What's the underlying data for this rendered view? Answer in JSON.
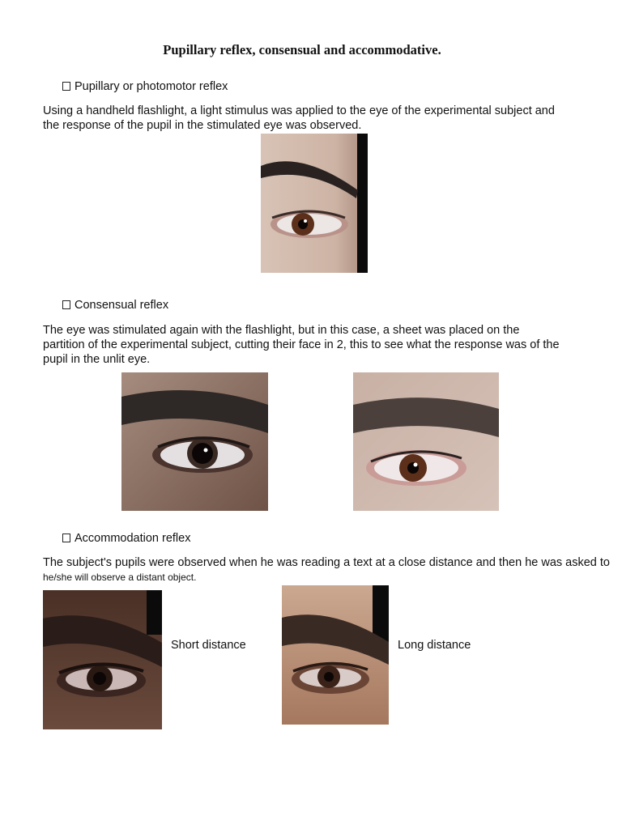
{
  "title": "Pupillary reflex, consensual and accommodative.",
  "sections": [
    {
      "heading": "Pupillary or photomotor reflex",
      "lines": [
        "Using a handheld flashlight, a light stimulus was applied to the eye of the experimental subject and",
        "the response of the pupil in the stimulated eye was observed."
      ]
    },
    {
      "heading": "Consensual reflex",
      "lines": [
        "The eye was stimulated again with the flashlight, but in this case, a sheet was placed on the",
        "partition of the experimental subject, cutting their face in 2, this to see what the response was of the",
        "pupil in the unlit eye."
      ]
    },
    {
      "heading": "Accommodation reflex",
      "lines": [
        "The subject's pupils were observed when he was reading a text at a close distance and then he was asked to",
        "he/she will observe a distant object."
      ],
      "captions": [
        "Short distance",
        "Long distance"
      ]
    }
  ],
  "colors": {
    "skin_light": "#d9c2b4",
    "skin_dark": "#5a3d31",
    "brow": "#2a2220",
    "iris": "#5b2f1a",
    "pupil": "#0c0706",
    "sclera": "#e9e3e2",
    "hair": "#0b0b0b"
  }
}
